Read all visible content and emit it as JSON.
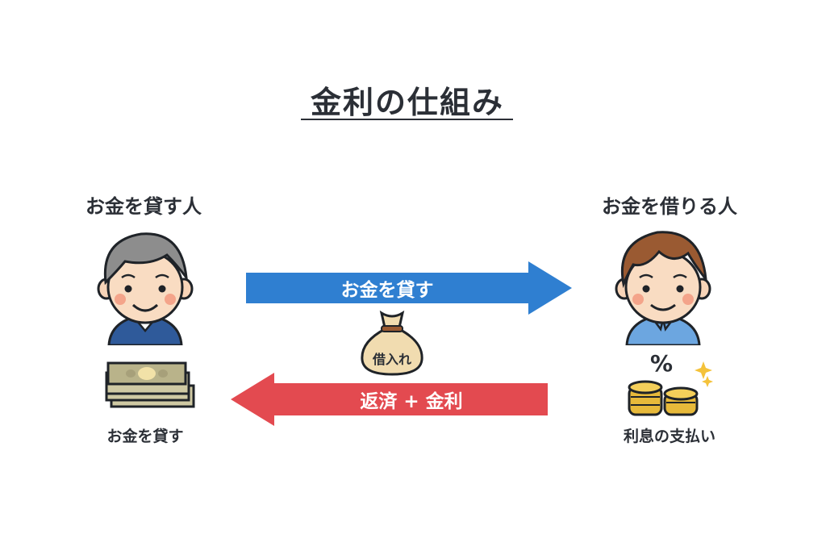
{
  "title": "金利の仕組み",
  "lender": {
    "label": "お金を貸す人",
    "caption": "お金を貸す"
  },
  "borrower": {
    "label": "お金を借りる人",
    "caption": "利息の支払い"
  },
  "arrows": {
    "lend": {
      "label": "お金を貸す",
      "color": "#2f7fd1"
    },
    "repay": {
      "label": "返済 + 金利",
      "color": "#e34a50"
    }
  },
  "money_bag": {
    "label": "借入れ"
  },
  "percent_symbol": "%"
}
